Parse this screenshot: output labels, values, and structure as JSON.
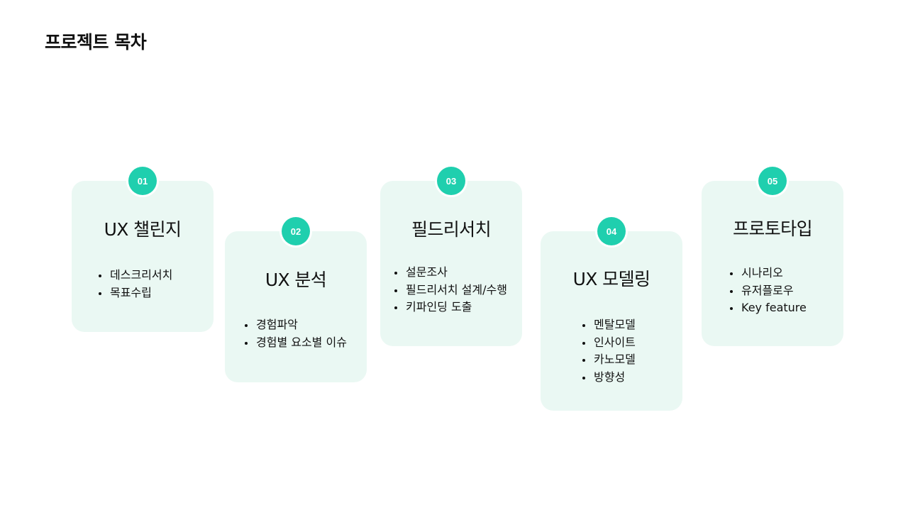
{
  "page": {
    "title": "프로젝트 목차"
  },
  "cards": [
    {
      "number": "01",
      "title": "UX 챌린지",
      "items": [
        "데스크리서치",
        "목표수립"
      ]
    },
    {
      "number": "02",
      "title": "UX 분석",
      "items": [
        "경험파악",
        "경험별 요소별 이슈"
      ]
    },
    {
      "number": "03",
      "title": "필드리서치",
      "items": [
        "설문조사",
        "필드리서치 설계/수행",
        "키파인딩 도출"
      ]
    },
    {
      "number": "04",
      "title": "UX 모델링",
      "items": [
        "멘탈모델",
        "인사이트",
        "카노모델",
        "방향성"
      ]
    },
    {
      "number": "05",
      "title": "프로토타입",
      "items": [
        "시나리오",
        "유저플로우",
        "Key feature"
      ]
    }
  ],
  "colors": {
    "accent": "#1fcfae",
    "card_background": "#eaf8f3",
    "text": "#111111"
  }
}
